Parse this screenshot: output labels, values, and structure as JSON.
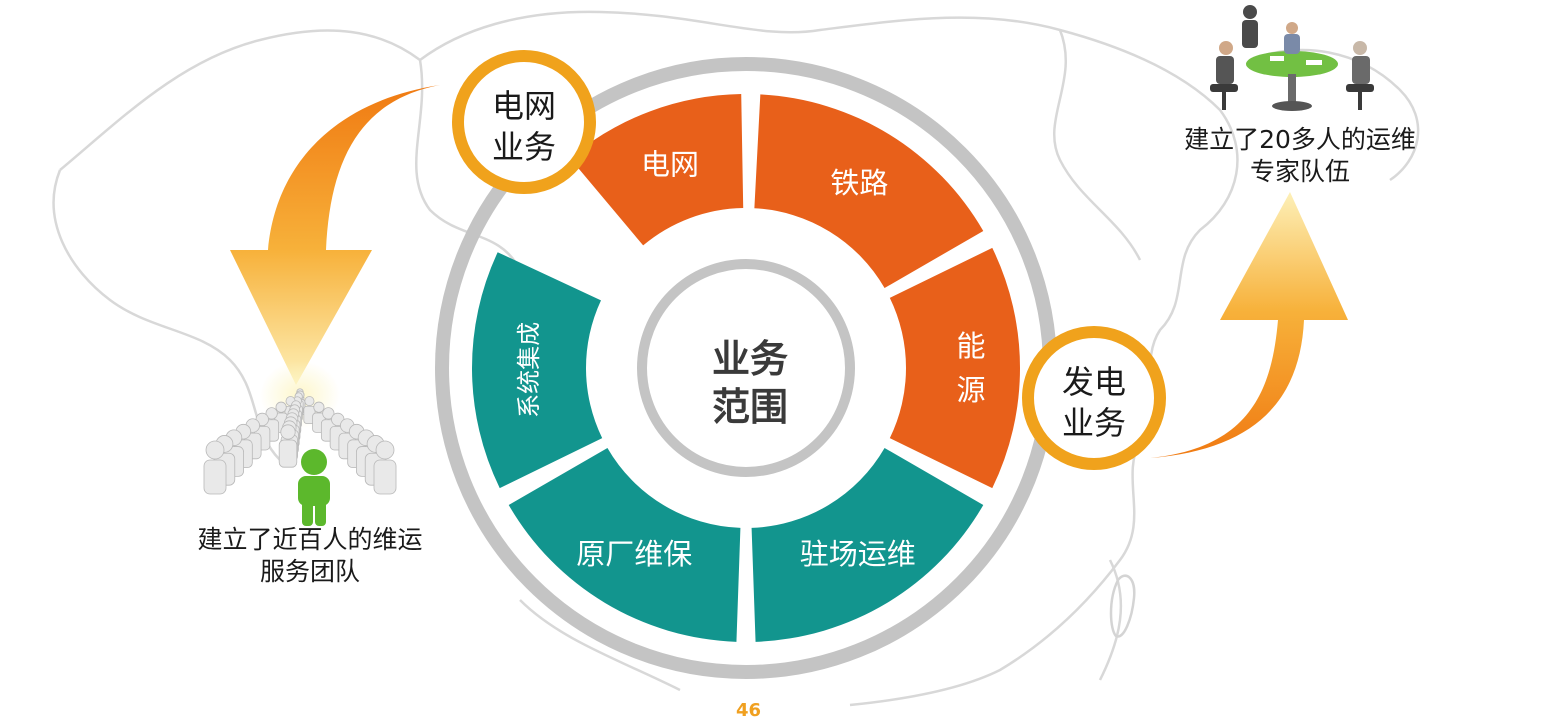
{
  "center": {
    "line1": "业务",
    "line2": "范围"
  },
  "segments_outer": [
    {
      "label": "电网"
    },
    {
      "label": "铁路"
    },
    {
      "label": "能源"
    }
  ],
  "segments_inner": [
    {
      "label": "驻场运维"
    },
    {
      "label": "原厂维保"
    },
    {
      "label": "系统集成"
    }
  ],
  "badges": {
    "grid": {
      "line1": "电网",
      "line2": "业务"
    },
    "power": {
      "line1": "发电",
      "line2": "业务"
    }
  },
  "captions": {
    "left": {
      "line1": "建立了近百人的维运",
      "line2": "服务团队"
    },
    "right": {
      "line1": "建立了20多人的运维",
      "line2": "专家队伍"
    }
  },
  "page_number": "46",
  "colors": {
    "orange_segment": "#e8601a",
    "teal_segment": "#12958e",
    "ring_gray": "#c4c4c4",
    "badge_ring": "#f0a21c",
    "arrow_light": "#fde6a0",
    "arrow_dark": "#f07a12",
    "team_highlight": "#5cb82c"
  }
}
